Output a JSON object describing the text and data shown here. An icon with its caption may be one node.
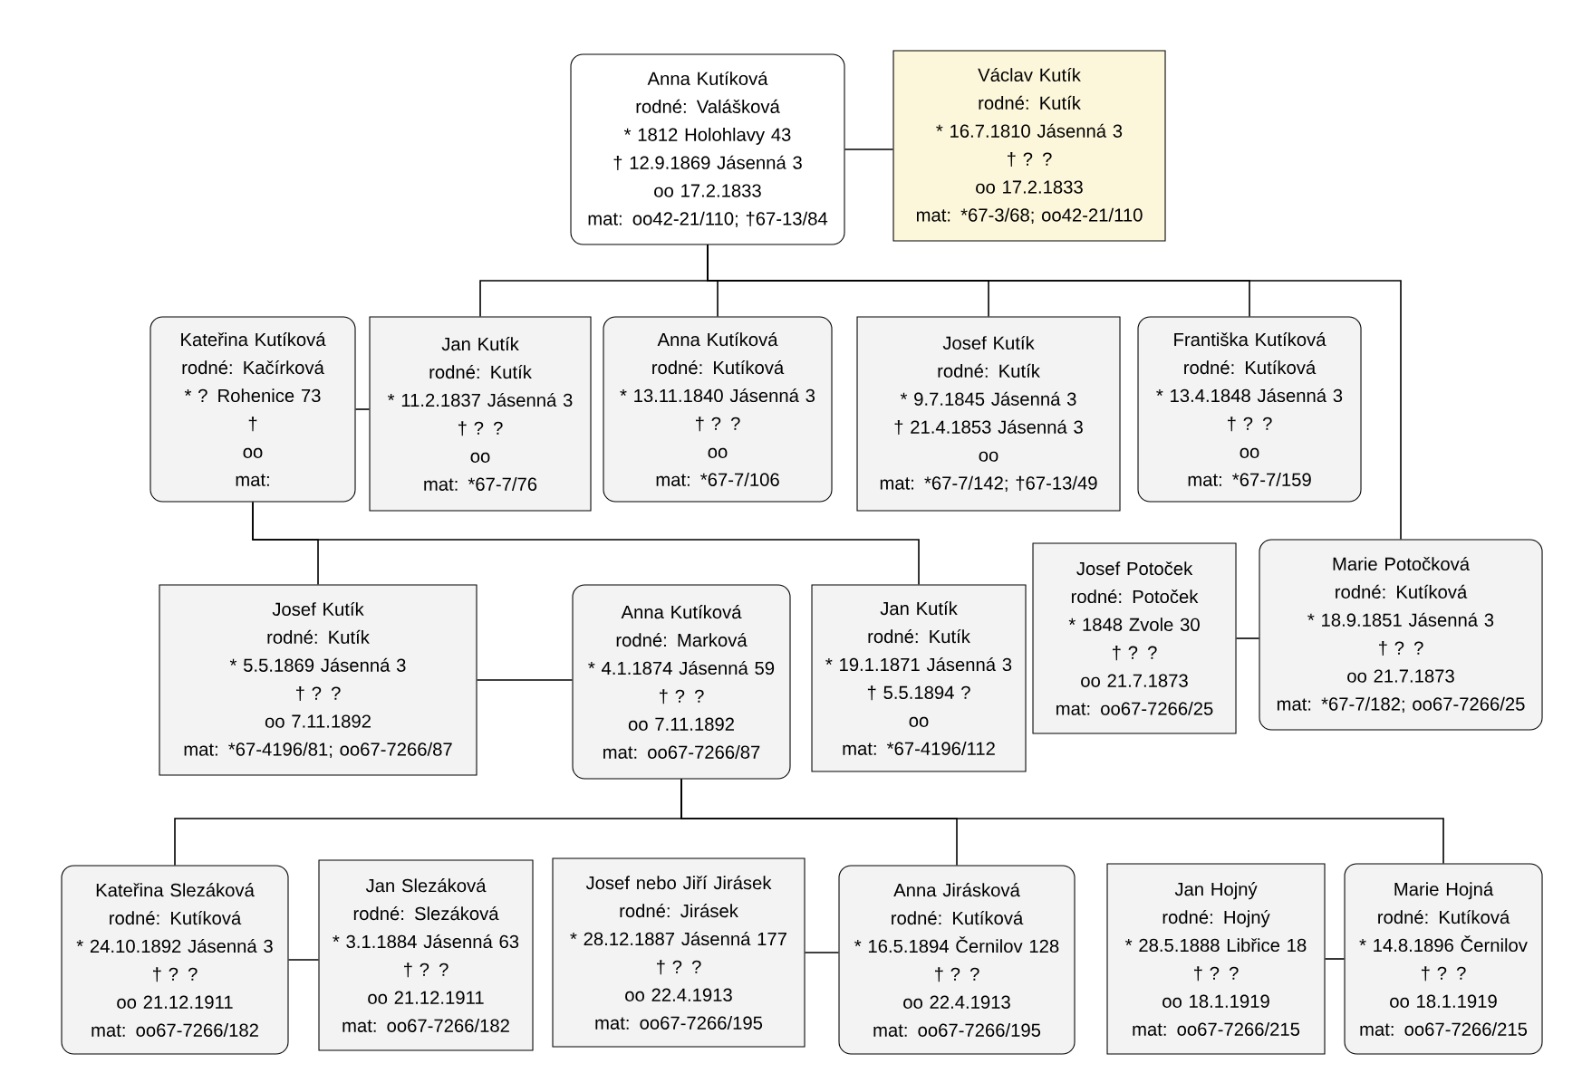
{
  "diagram": {
    "nodes": [
      {
        "text": [
          "Anna Kutíková",
          "rodné: Valášková",
          "* 1812 Holohlavy 43",
          "† 12.9.1869 Jásenná 3",
          "oo 17.2.1833",
          "mat: oo42-21/110; †67-13/84"
        ]
      },
      {
        "text": [
          "Václav Kutík",
          "rodné: Kutík",
          "* 16.7.1810 Jásenná 3",
          "† ? ?",
          "oo 17.2.1833",
          "mat: *67-3/68; oo42-21/110"
        ]
      },
      {
        "text": [
          "Kateřina Kutíková",
          "rodné: Kačírková",
          "* ? Rohenice 73",
          "†",
          "oo",
          "mat:"
        ]
      },
      {
        "text": [
          "Jan Kutík",
          "rodné: Kutík",
          "* 11.2.1837 Jásenná 3",
          "† ? ?",
          "oo",
          "mat: *67-7/76"
        ]
      },
      {
        "text": [
          "Anna Kutíková",
          "rodné: Kutíková",
          "* 13.11.1840 Jásenná 3",
          "† ? ?",
          "oo",
          "mat: *67-7/106"
        ]
      },
      {
        "text": [
          "Josef Kutík",
          "rodné: Kutík",
          "* 9.7.1845 Jásenná 3",
          "† 21.4.1853 Jásenná 3",
          "oo",
          "mat: *67-7/142;  †67-13/49"
        ]
      },
      {
        "text": [
          "Františka Kutíková",
          "rodné: Kutíková",
          "* 13.4.1848 Jásenná 3",
          "† ? ?",
          "oo",
          "mat: *67-7/159"
        ]
      },
      {
        "text": [
          "Josef Potoček",
          "rodné: Potoček",
          "* 1848 Zvole 30",
          "† ? ?",
          "oo 21.7.1873",
          "mat: oo67-7266/25"
        ]
      },
      {
        "text": [
          "Marie Potočková",
          "rodné: Kutíková",
          "* 18.9.1851 Jásenná 3",
          "† ? ?",
          "oo 21.7.1873",
          "mat: *67-7/182; oo67-7266/25"
        ]
      },
      {
        "text": [
          "Josef Kutík",
          "rodné: Kutík",
          "* 5.5.1869 Jásenná 3",
          "† ? ?",
          "oo 7.11.1892",
          "mat: *67-4196/81; oo67-7266/87"
        ]
      },
      {
        "text": [
          "Anna Kutíková",
          "rodné: Marková",
          "* 4.1.1874 Jásenná 59",
          "† ? ?",
          "oo 7.11.1892",
          "mat: oo67-7266/87"
        ]
      },
      {
        "text": [
          "Jan Kutík",
          "rodné: Kutík",
          "* 19.1.1871 Jásenná 3",
          "† 5.5.1894 ?",
          "oo",
          "mat: *67-4196/112"
        ]
      },
      {
        "text": [
          "Kateřina Slezáková",
          "rodné: Kutíková",
          "* 24.10.1892 Jásenná 3",
          "† ? ?",
          "oo 21.12.1911",
          "mat: oo67-7266/182"
        ]
      },
      {
        "text": [
          "Jan Slezáková",
          "rodné: Slezáková",
          "* 3.1.1884 Jásenná 63",
          "† ? ?",
          "oo 21.12.1911",
          "mat: oo67-7266/182"
        ]
      },
      {
        "text": [
          "Josef nebo Jiří Jirásek",
          "rodné: Jirásek",
          "* 28.12.1887 Jásenná 177",
          "† ? ?",
          "oo 22.4.1913",
          "mat: oo67-7266/195"
        ]
      },
      {
        "text": [
          "Anna Jirásková",
          "rodné: Kutíková",
          "* 16.5.1894 Černilov 128",
          "† ? ?",
          "oo 22.4.1913",
          "mat: oo67-7266/195"
        ]
      },
      {
        "text": [
          "Jan Hojný",
          "rodné: Hojný",
          "* 28.5.1888 Libřice 18",
          "† ? ?",
          "oo 18.1.1919",
          "mat: oo67-7266/215"
        ]
      },
      {
        "text": [
          "Marie Hojná",
          "rodné: Kutíková",
          "* 14.8.1896 Černilov",
          "† ? ?",
          "oo 18.1.1919",
          "mat: oo67-7266/215"
        ]
      }
    ],
    "edges": [
      {
        "from": 0,
        "to": 1,
        "arrow": "none"
      },
      {
        "from": 0,
        "to": 3,
        "arrow": "none"
      },
      {
        "from": 0,
        "to": 4,
        "arrow": "none"
      },
      {
        "from": 0,
        "to": 5,
        "arrow": "none"
      },
      {
        "from": 0,
        "to": 6,
        "arrow": "none"
      },
      {
        "from": 0,
        "to": 8,
        "arrow": "none"
      },
      {
        "from": 2,
        "to": 3,
        "arrow": "none"
      },
      {
        "from": 2,
        "to": 9,
        "arrow": "none"
      },
      {
        "from": 2,
        "to": 11,
        "arrow": "none"
      },
      {
        "from": 7,
        "to": 8,
        "arrow": "none"
      },
      {
        "from": 9,
        "to": 10,
        "arrow": "none"
      },
      {
        "from": 10,
        "to": 12,
        "arrow": "none"
      },
      {
        "from": 10,
        "to": 15,
        "arrow": "none"
      },
      {
        "from": 10,
        "to": 17,
        "arrow": "none"
      },
      {
        "from": 12,
        "to": 13,
        "arrow": "none"
      },
      {
        "from": 14,
        "to": 15,
        "arrow": "none"
      },
      {
        "from": 16,
        "to": 17,
        "arrow": "none"
      }
    ]
  }
}
